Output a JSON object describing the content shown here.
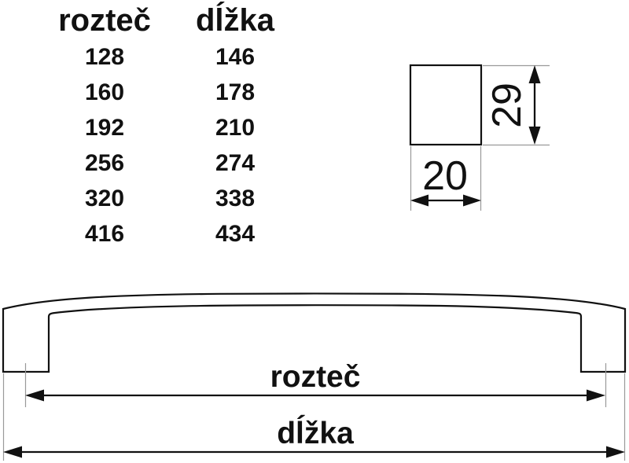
{
  "table": {
    "headers": {
      "roztec": "rozteč",
      "dlzka": "dĺžka"
    },
    "rows": [
      {
        "roztec": "128",
        "dlzka": "146"
      },
      {
        "roztec": "160",
        "dlzka": "178"
      },
      {
        "roztec": "192",
        "dlzka": "210"
      },
      {
        "roztec": "256",
        "dlzka": "274"
      },
      {
        "roztec": "320",
        "dlzka": "338"
      },
      {
        "roztec": "416",
        "dlzka": "434"
      }
    ]
  },
  "profile": {
    "width_label": "20",
    "height_label": "29"
  },
  "handle_drawing": {
    "pitch_label": "rozteč",
    "length_label": "dĺžka"
  },
  "colors": {
    "line": "#111111",
    "extension_line": "#999999",
    "background": "#ffffff"
  }
}
